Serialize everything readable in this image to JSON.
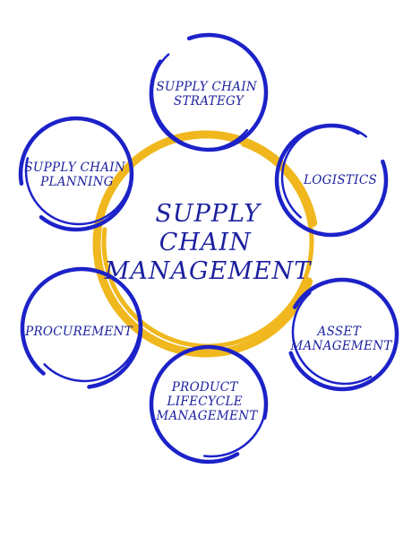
{
  "colors": {
    "background": "#ffffff",
    "center_ring": "#f0b81e",
    "node_ring": "#1c22c8",
    "text": "#1b1f9e"
  },
  "center": {
    "lines": [
      "SUPPLY",
      "CHAIN",
      "MANAGEMENT"
    ]
  },
  "nodes": [
    {
      "id": "supply-chain-strategy",
      "lines": [
        "SUPPLY CHAIN",
        "STRATEGY"
      ]
    },
    {
      "id": "logistics",
      "lines": [
        "LOGISTICS"
      ]
    },
    {
      "id": "asset-management",
      "lines": [
        "ASSET",
        "MANAGEMENT"
      ]
    },
    {
      "id": "product-lifecycle-management",
      "lines": [
        "PRODUCT",
        "LIFECYCLE",
        "MANAGEMENT"
      ]
    },
    {
      "id": "procurement",
      "lines": [
        "PROCUREMENT"
      ]
    },
    {
      "id": "supply-chain-planning",
      "lines": [
        "SUPPLY CHAIN",
        "PLANNING"
      ]
    }
  ]
}
